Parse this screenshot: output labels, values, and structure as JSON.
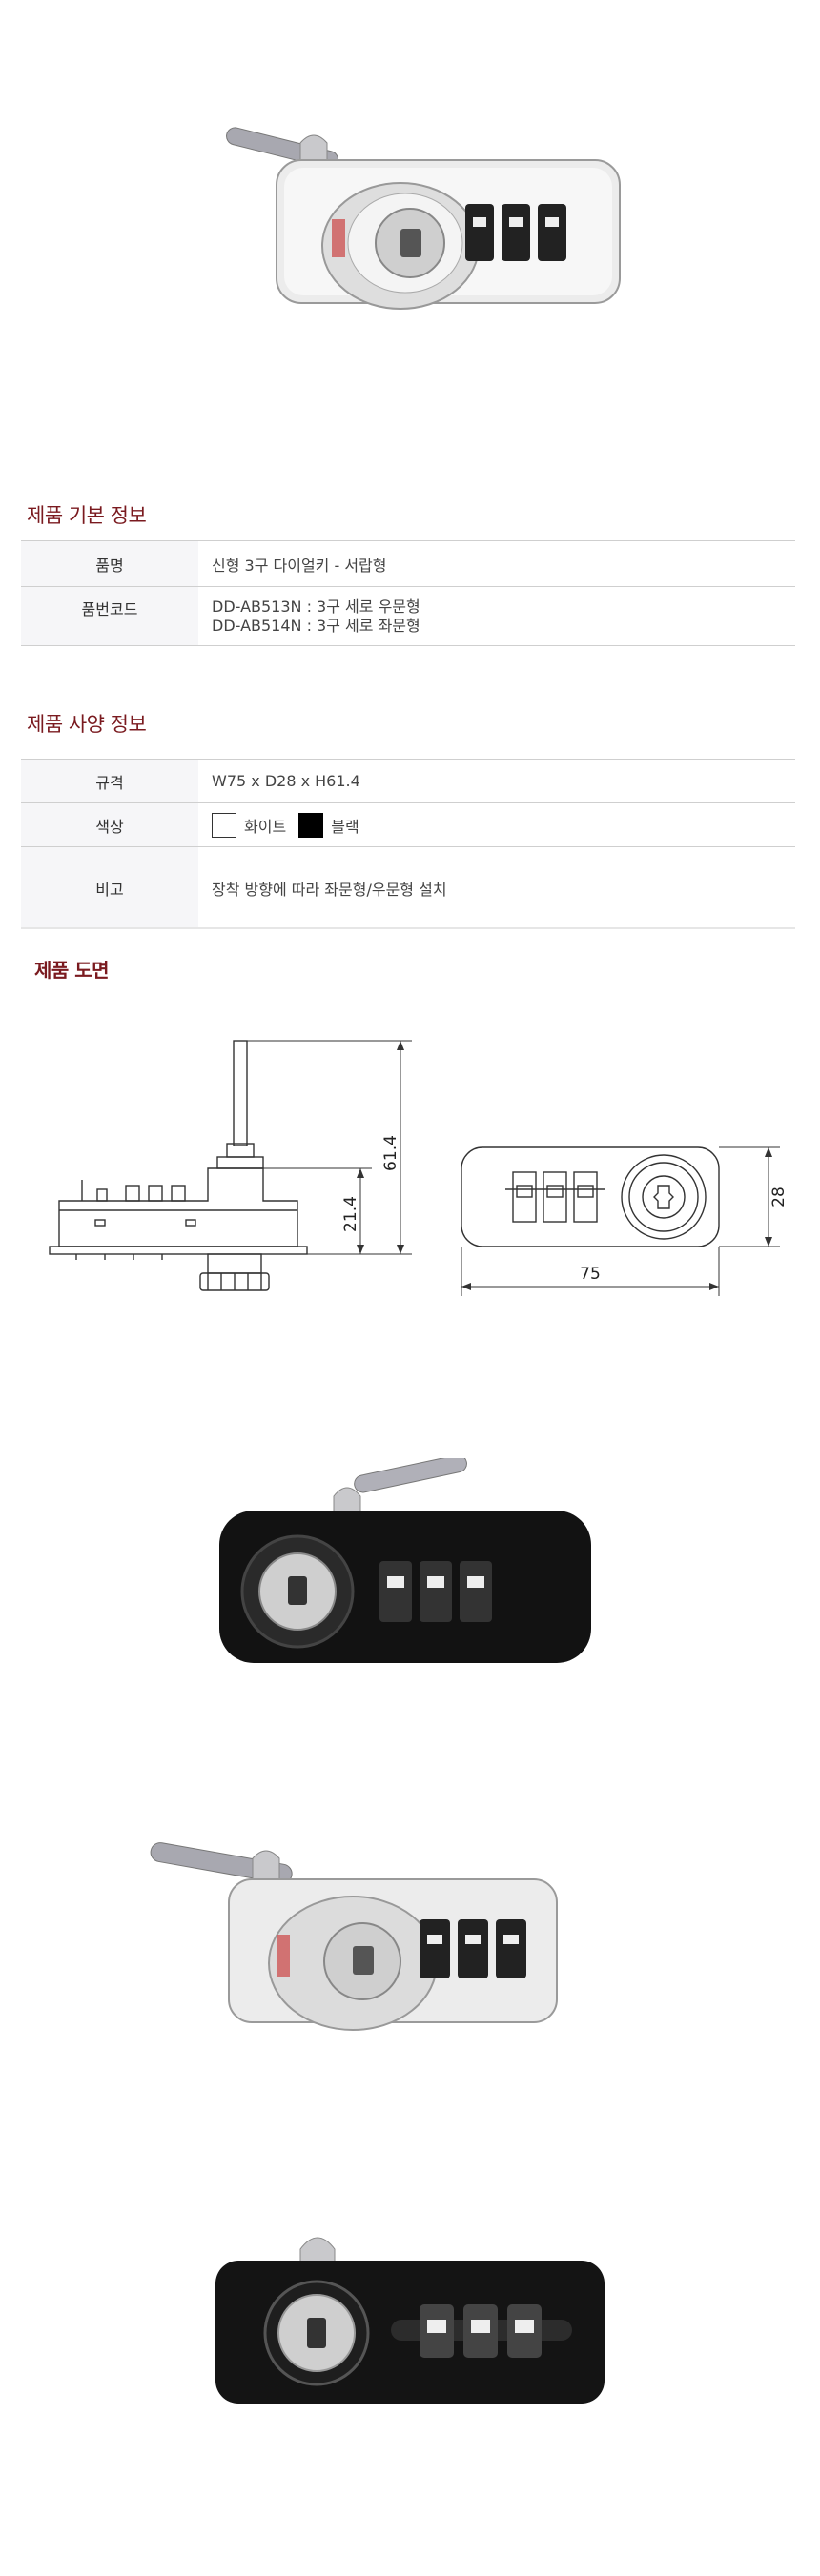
{
  "basic_info": {
    "title": "제품 기본 정보",
    "rows": [
      {
        "label": "품명",
        "value": "신형 3구 다이얼키 - 서랍형"
      },
      {
        "label": "품번코드",
        "value_lines": [
          "DD-AB513N : 3구 세로 우문형",
          "DD-AB514N : 3구 세로 좌문형"
        ]
      }
    ]
  },
  "spec_info": {
    "title": "제품 사양 정보",
    "rows": [
      {
        "label": "규격",
        "value": "W75 x D28 x H61.4"
      },
      {
        "label": "색상",
        "options": [
          {
            "name": "화이트",
            "color": "#ffffff"
          },
          {
            "name": "블랙",
            "color": "#000000"
          }
        ]
      },
      {
        "label": "비고",
        "value": "장착 방향에 따라 좌문형/우문형 설치"
      }
    ]
  },
  "drawing": {
    "title": "제품 도면",
    "dimensions": {
      "height_total": "61.4",
      "height_partial": "21.4",
      "depth": "28",
      "width": "75"
    }
  },
  "colors": {
    "accent": "#7a1a1f",
    "border": "#cfcfcf",
    "header_bg": "#f6f6f8"
  }
}
